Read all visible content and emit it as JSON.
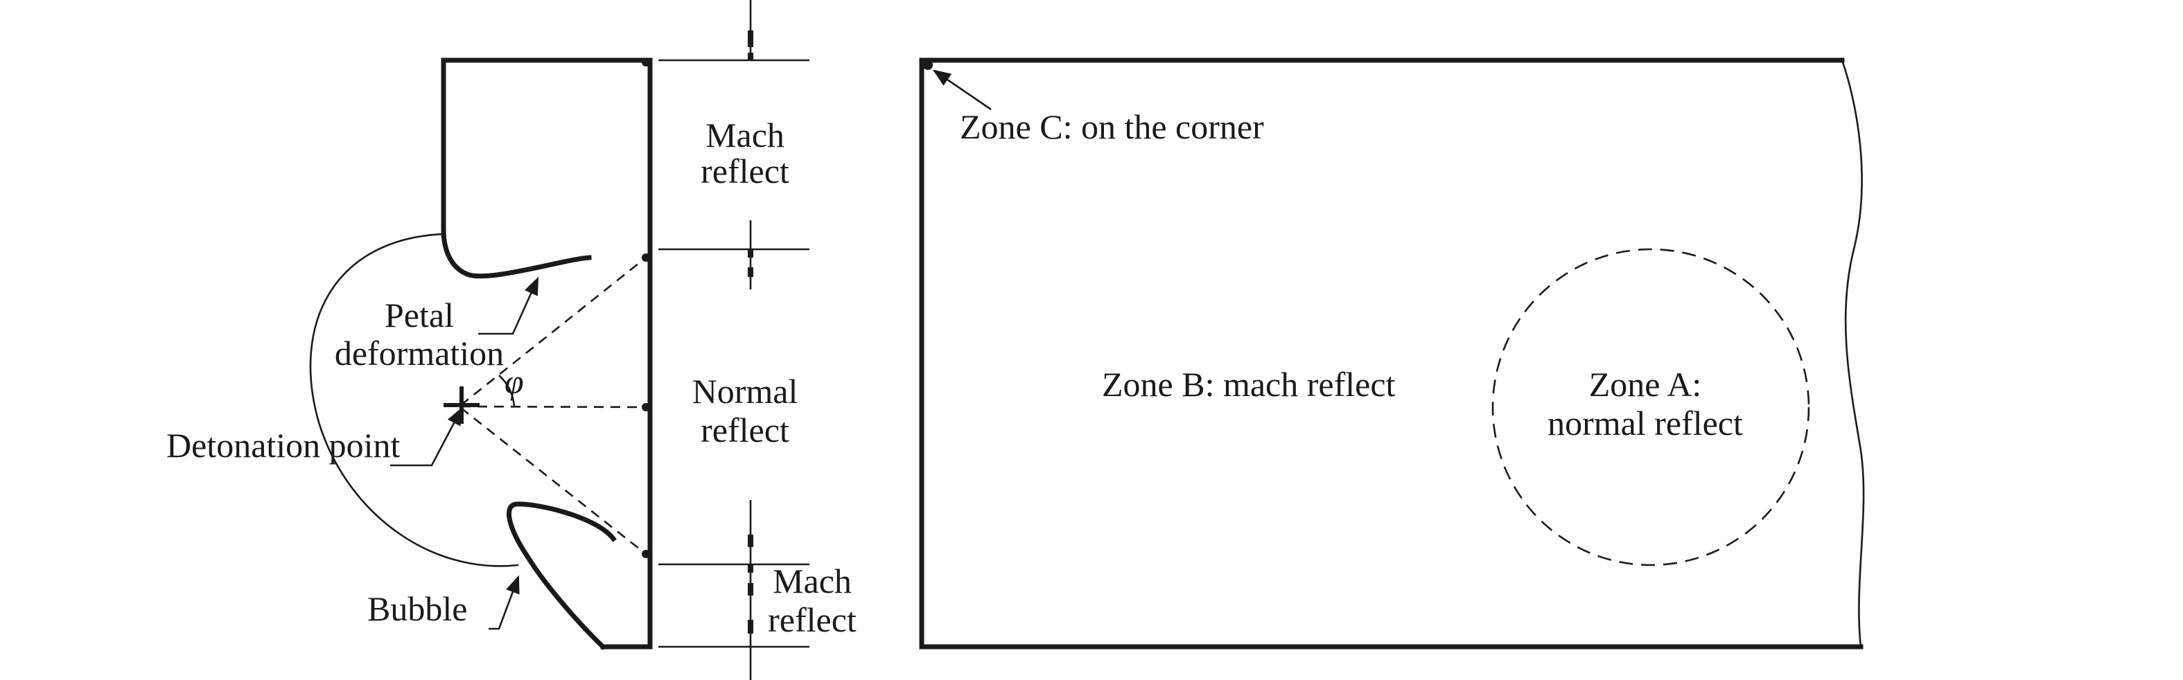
{
  "left_figure": {
    "mach_reflect_top": [
      "Mach",
      "reflect"
    ],
    "normal_reflect": [
      "Normal",
      "reflect"
    ],
    "mach_reflect_bottom": [
      "Mach",
      "reflect"
    ],
    "petal_deformation": [
      "Petal",
      "deformation"
    ],
    "detonation_point": "Detonation point",
    "bubble": "Bubble",
    "angle_symbol": "φ"
  },
  "right_figure": {
    "zone_c": "Zone C: on the corner",
    "zone_b": "Zone B: mach reflect",
    "zone_a": [
      "Zone A:",
      "normal reflect"
    ]
  }
}
